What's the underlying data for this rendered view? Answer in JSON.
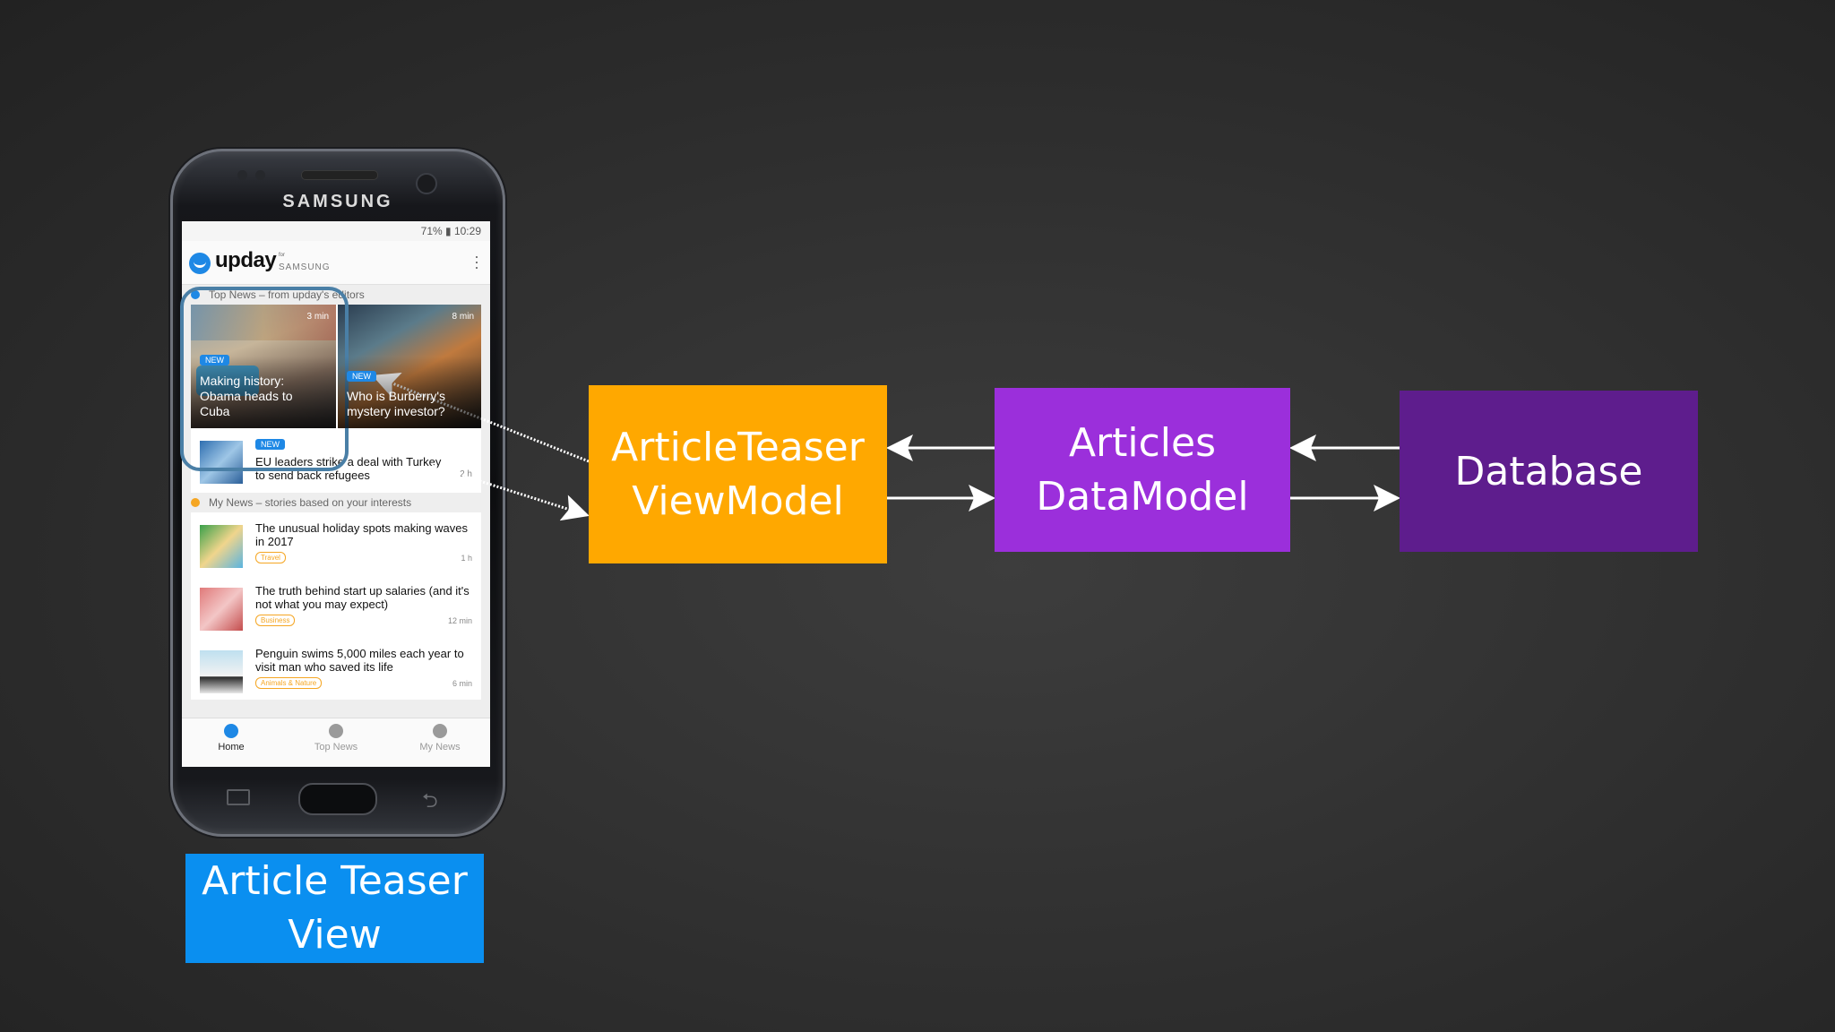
{
  "phone": {
    "brand": "SAMSUNG",
    "status": "71% ▮ 10:29",
    "app_name": "upday",
    "app_for": "for",
    "app_brand": "SAMSUNG",
    "top_news_header": "Top News – from upday's editors",
    "hero1": {
      "time": "3 min",
      "badge": "NEW",
      "title": "Making history: Obama heads to Cuba"
    },
    "hero2": {
      "time": "8 min",
      "badge": "NEW",
      "title": "Who is Burberry's mystery investor?"
    },
    "row3": {
      "badge": "NEW",
      "title": "EU leaders strike a deal with Turkey to send back refugees",
      "time": "2 h"
    },
    "my_news_header": "My News – stories based on your interests",
    "my_news": [
      {
        "title": "The unusual holiday spots making waves in 2017",
        "tag": "Travel",
        "time": "1 h"
      },
      {
        "title": "The truth behind start up salaries (and it's not what you may expect)",
        "tag": "Business",
        "time": "12 min"
      },
      {
        "title": "Penguin swims 5,000 miles each year to visit man who saved its life",
        "tag": "Animals & Nature",
        "time": "6 min"
      }
    ],
    "nav": {
      "home": "Home",
      "top": "Top News",
      "my": "My News"
    }
  },
  "boxes": {
    "view": {
      "line1": "Article Teaser",
      "line2": "View"
    },
    "viewmodel": {
      "line1": "ArticleTeaser",
      "line2": "ViewModel"
    },
    "datamodel": {
      "line1": "Articles",
      "line2": "DataModel"
    },
    "database": "Database"
  },
  "colors": {
    "view": "#0a8ff0",
    "viewmodel": "#ffa800",
    "datamodel": "#9b2fdb",
    "database": "#5e1d8d",
    "highlight": "#4a7fa6",
    "arrows": "#ffffff"
  }
}
